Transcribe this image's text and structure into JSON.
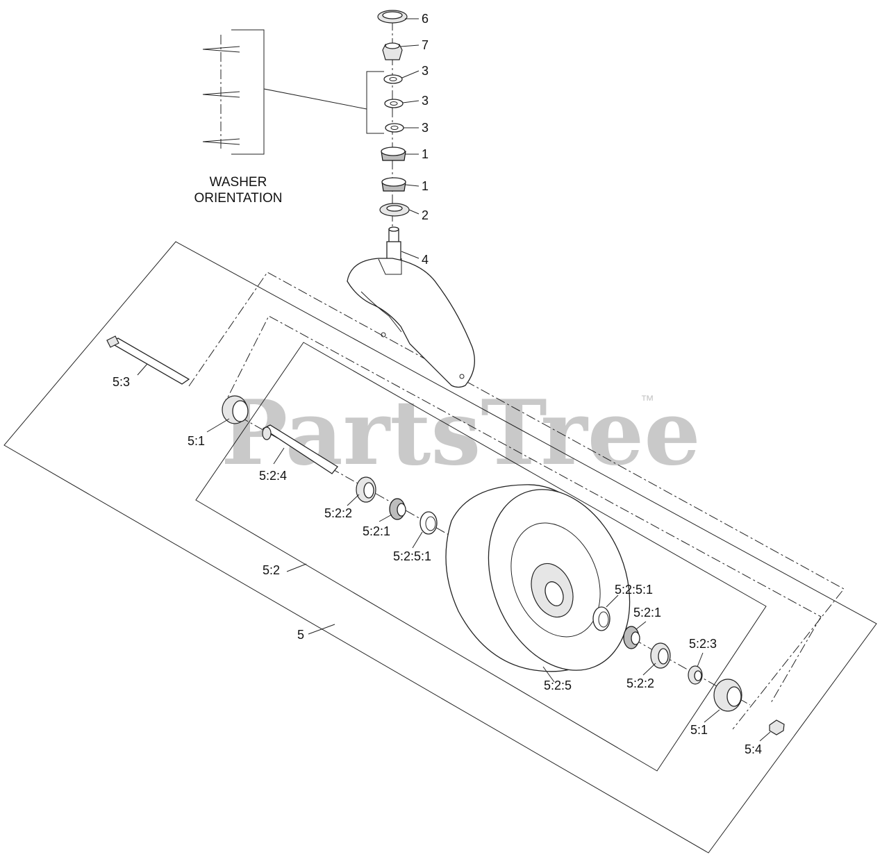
{
  "diagram": {
    "washer_orientation": {
      "line1": "WASHER",
      "line2": "ORIENTATION"
    },
    "watermark": {
      "text": "PartsTree",
      "mark": "™"
    },
    "callouts": [
      {
        "id": "c6",
        "label": "6"
      },
      {
        "id": "c7",
        "label": "7"
      },
      {
        "id": "c3a",
        "label": "3"
      },
      {
        "id": "c3b",
        "label": "3"
      },
      {
        "id": "c3c",
        "label": "3"
      },
      {
        "id": "c1a",
        "label": "1"
      },
      {
        "id": "c1b",
        "label": "1"
      },
      {
        "id": "c2",
        "label": "2"
      },
      {
        "id": "c4",
        "label": "4"
      },
      {
        "id": "c53",
        "label": "5:3"
      },
      {
        "id": "c51a",
        "label": "5:1"
      },
      {
        "id": "c524",
        "label": "5:2:4"
      },
      {
        "id": "c522a",
        "label": "5:2:2"
      },
      {
        "id": "c521a",
        "label": "5:2:1"
      },
      {
        "id": "c5251a",
        "label": "5:2:5:1"
      },
      {
        "id": "c52",
        "label": "5:2"
      },
      {
        "id": "c5",
        "label": "5"
      },
      {
        "id": "c5251b",
        "label": "5:2:5:1"
      },
      {
        "id": "c521b",
        "label": "5:2:1"
      },
      {
        "id": "c523",
        "label": "5:2:3"
      },
      {
        "id": "c522b",
        "label": "5:2:2"
      },
      {
        "id": "c525",
        "label": "5:2:5"
      },
      {
        "id": "c51b",
        "label": "5:1"
      },
      {
        "id": "c54",
        "label": "5:4"
      }
    ]
  }
}
